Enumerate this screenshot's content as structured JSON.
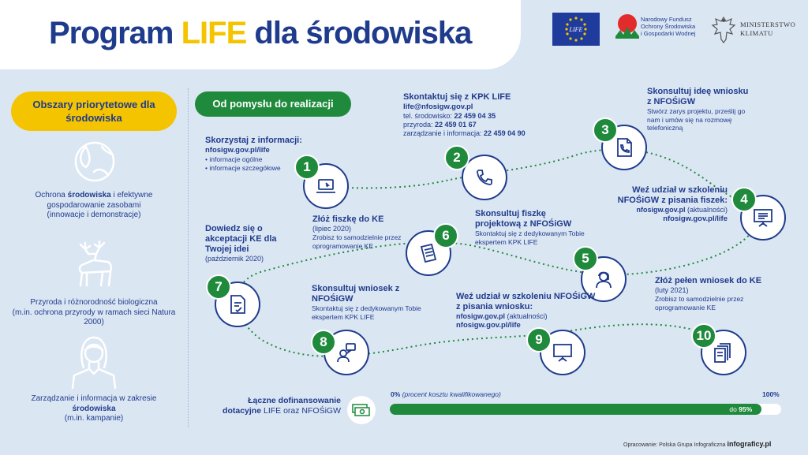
{
  "header": {
    "title_pre": "Program",
    "title_accent": "LIFE",
    "title_post": "dla środowiska",
    "logos": {
      "eu": "LIFE",
      "nfosigw": [
        "Narodowy Fundusz",
        "Ochrony Środowiska",
        "i Gospodarki Wodnej"
      ],
      "ministry": [
        "MINISTERSTWO",
        "KLIMATU"
      ]
    }
  },
  "priority_areas": {
    "heading": "Obszary priorytetowe dla środowiska",
    "items": [
      {
        "icon": "globe-leaf-icon",
        "pre": "Ochrona ",
        "bold": "środowiska",
        "post": " i efektywne gospodarowanie zasobami",
        "note": "(innowacje i demonstracje)"
      },
      {
        "icon": "deer-icon",
        "pre": "Przyroda i różnorodność biologiczna",
        "bold": "",
        "post": "",
        "note": "(m.in. ochrona przyrody w ramach sieci Natura 2000)"
      },
      {
        "icon": "woman-icon",
        "pre": "Zarządzanie i informacja w zakresie ",
        "bold": "środowiska",
        "post": "",
        "note": "(m.in. kampanie)"
      }
    ]
  },
  "roadmap": {
    "heading": "Od pomysłu do realizacji",
    "steps": [
      {
        "n": "1",
        "icon": "laptop-icon",
        "title": "Skorzystaj z informacji:",
        "link": "nfosigw.gov.pl/life",
        "bullets": [
          "• informacje ogólne",
          "• informacje szczegółowe"
        ]
      },
      {
        "n": "2",
        "icon": "phone-icon",
        "title": "Skontaktuj się z KPK LIFE",
        "email": "life@nfosigw.gov.pl",
        "contacts": [
          {
            "label": "tel. środowisko: ",
            "value": "22 459 04 35"
          },
          {
            "label": "przyroda: ",
            "value": "22 459 01 67"
          },
          {
            "label": "zarządzanie i informacja: ",
            "value": "22 459 04 90"
          }
        ]
      },
      {
        "n": "3",
        "icon": "document-phone-icon",
        "title": "Skonsultuj ideę wniosku z NFOŚiGW",
        "desc": "Stwórz zarys projektu, prześlij go nam i umów się na rozmowę telefoniczną"
      },
      {
        "n": "4",
        "icon": "presentation-board-icon",
        "title": "Weź udział w szkoleniu NFOŚiGW z pisania fiszek:",
        "link1": "nfosigw.gov.pl",
        "link1_note": " (aktualności)",
        "link2": "nfosigw.gov.pl/life"
      },
      {
        "n": "5",
        "icon": "consultant-icon",
        "title": "Skonsultuj fiszkę projektową z NFOŚiGW",
        "desc": "Skontaktuj się z dedykowanym Tobie ekspertem KPK LIFE"
      },
      {
        "n": "6",
        "icon": "papers-icon",
        "title": "Złóż fiszkę do KE",
        "date": "(lipiec 2020)",
        "desc": "Zrobisz to samodzielnie przez oprogramowanie KE"
      },
      {
        "n": "7",
        "icon": "document-check-icon",
        "title": "Dowiedz się o akceptacji KE dla Twojej idei",
        "date": "(październik 2020)"
      },
      {
        "n": "8",
        "icon": "chat-person-icon",
        "title": "Skonsultuj wniosek z NFOŚiGW",
        "desc": "Skontaktuj się z dedykowanym Tobie ekspertem KPK LIFE"
      },
      {
        "n": "9",
        "icon": "presentation-board-icon",
        "title": "Weź udział w szkoleniu NFOŚiGW z pisania wniosku:",
        "link1": "nfosigw.gov.pl",
        "link1_note": " (aktualności)",
        "link2": "nfosigw.gov.pl/life"
      },
      {
        "n": "10",
        "icon": "documents-stack-icon",
        "title": "Złóż pełen wniosek do KE",
        "date": "(luty 2021)",
        "desc": "Zrobisz to samodzielnie przez oprogramowanie KE"
      }
    ]
  },
  "funding": {
    "label_bold": "Łączne dofinansowanie",
    "label_bold2": "dotacyjne",
    "label_rest": " LIFE oraz NFOŚiGW",
    "min_label": "0%",
    "min_note": " (procent kosztu kwalifikowanego)",
    "max_label": "100%",
    "bar_pre": "do ",
    "bar_value": "95%",
    "progress_percent": 95,
    "icon": "banknotes-icon"
  },
  "credits": {
    "text": "Opracowanie: Polska Grupa Infograficzna",
    "brand": "infograficy.pl"
  },
  "colors": {
    "navy": "#1f3b8c",
    "green": "#1f8a3c",
    "yellow": "#f5c400",
    "background": "#dbe6f3"
  }
}
